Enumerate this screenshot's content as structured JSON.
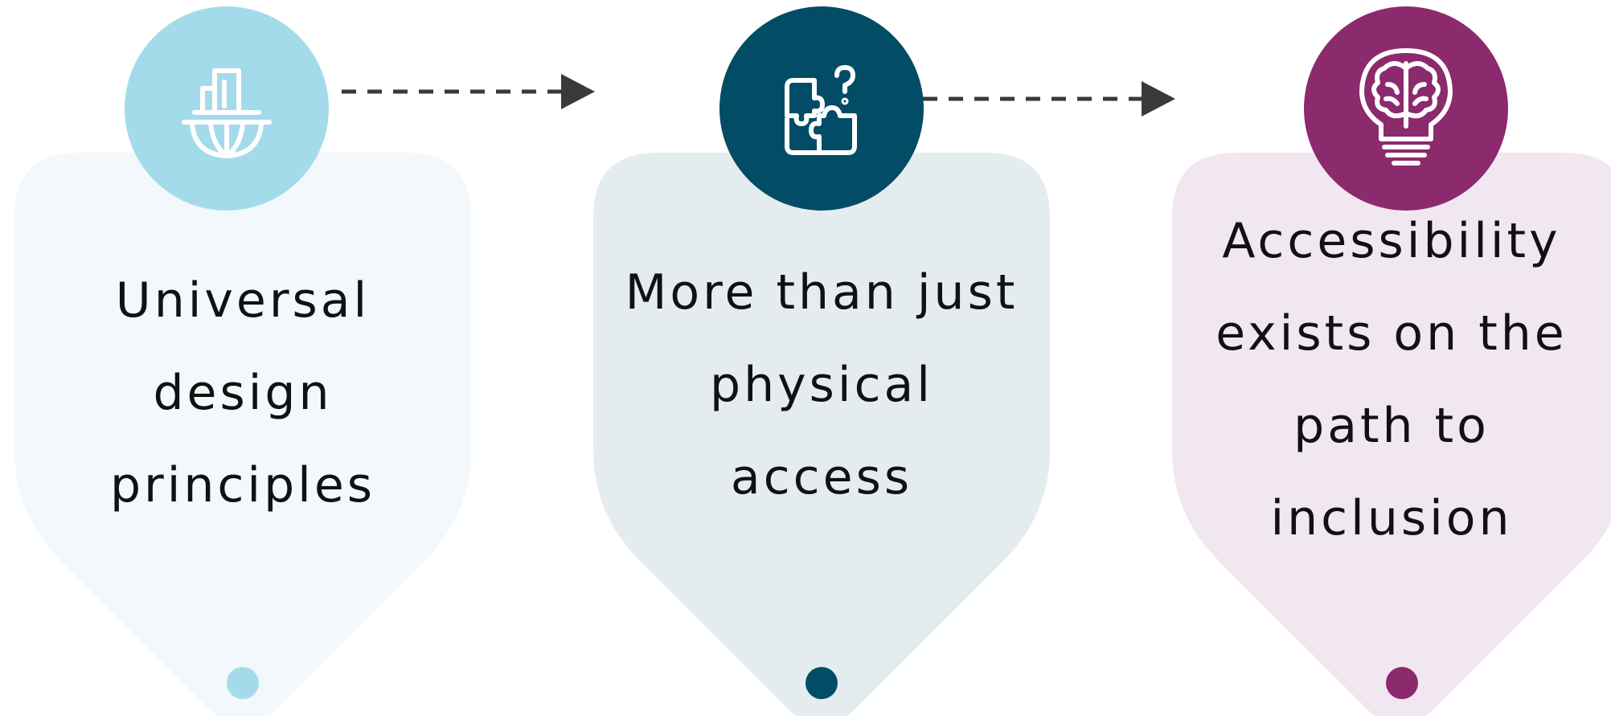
{
  "colors": {
    "step1_accent": "#A3DBEB",
    "step1_card": "#F2F8FB",
    "step2_accent": "#034C66",
    "step2_card": "#E4ECF0",
    "step3_accent": "#8C2A6E",
    "step3_card": "#F1E7F0",
    "connector": "#3A3A3A"
  },
  "steps": [
    {
      "lines": [
        "Universal",
        "design",
        "principles"
      ],
      "icon": "city-globe-icon"
    },
    {
      "lines": [
        "More than just",
        "physical",
        "access"
      ],
      "icon": "puzzle-question-icon"
    },
    {
      "lines": [
        "Accessibility",
        "exists on the",
        "path to",
        "inclusion"
      ],
      "icon": "brain-lightbulb-icon"
    }
  ]
}
